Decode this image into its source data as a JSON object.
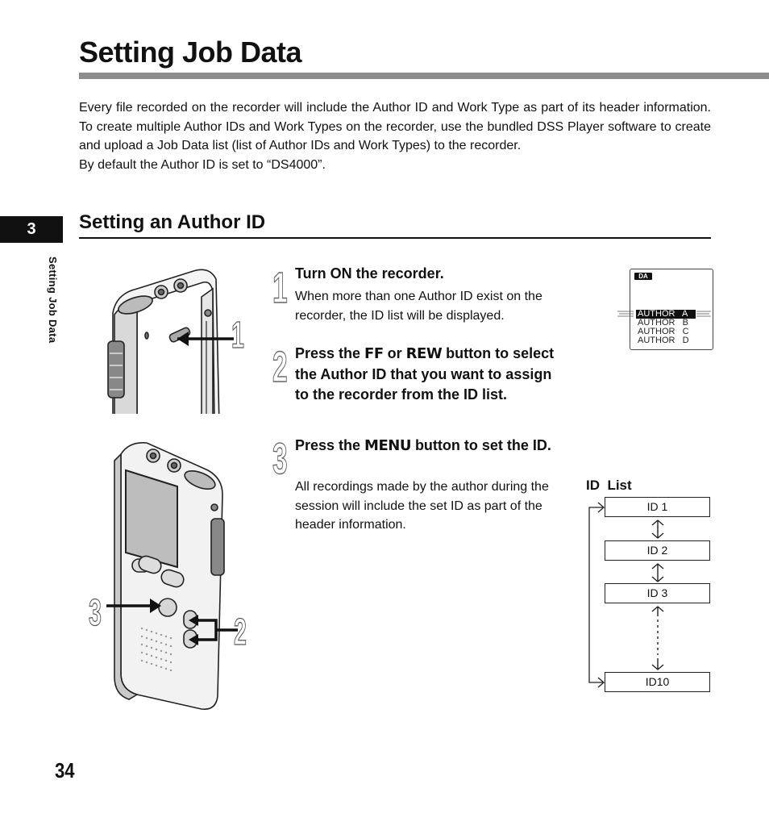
{
  "page": {
    "title": "Setting Job Data",
    "intro": [
      "Every file recorded on the recorder will include the Author ID and Work Type as part of its header information. To create multiple Author IDs and Work Types on the recorder, use the bundled DSS Player software to create and upload a Job Data list (list of Author IDs and Work Types) to the recorder.",
      "By default the Author ID is set to “DS4000”."
    ],
    "chapter_tab": "3",
    "side_label": "Setting Job Data",
    "section_title": "Setting an Author ID",
    "page_number": "34"
  },
  "steps": [
    {
      "number": "1",
      "head": "Turn ON the recorder.",
      "body": "When more than one Author ID exist on the recorder, the ID list will be displayed."
    },
    {
      "number": "2",
      "head_parts": [
        "Press the ",
        "FF",
        " or ",
        "REW",
        " button to select the Author ID that you want to assign to the recorder from the ID list."
      ]
    },
    {
      "number": "3",
      "head_parts": [
        "Press the ",
        "MENU",
        " button to set the ID."
      ],
      "body": "All recordings made by the author during the session will include the set ID as part of the header information."
    }
  ],
  "figure_callouts": {
    "top": "1",
    "left": "3",
    "right": "2"
  },
  "lcd": {
    "icon": "DA",
    "rows": [
      "AUTHOR   A",
      "AUTHOR   B",
      "AUTHOR   C",
      "AUTHOR   D"
    ],
    "selected_index": 0
  },
  "id_list": {
    "label": "ID  List",
    "items": [
      "ID 1",
      "ID 2",
      "ID 3",
      "ID10"
    ]
  },
  "icons": [
    "recorder-illustration",
    "up-down-arrow-icon",
    "loop-arrow-icon",
    "selection-marks-icon"
  ]
}
